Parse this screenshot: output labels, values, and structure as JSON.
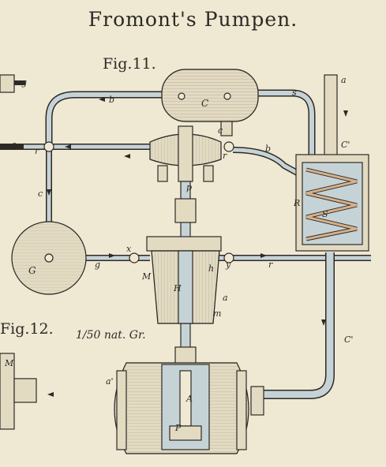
{
  "title": "Fromont's Pumpen.",
  "figures": {
    "fig11": "Fig.11.",
    "fig12": "Fig.12.",
    "scale": "1/50 nat. Gr."
  },
  "labels": {
    "C": "C",
    "C_prime": "C'",
    "C_prime_2": "C'",
    "G": "G",
    "S": "S",
    "R": "R",
    "M": "M",
    "M_fig12": "M",
    "H": "H",
    "h": "h",
    "A": "A",
    "P": "P",
    "a": "a",
    "a_left": "a",
    "a_prime": "a'",
    "a_small": "a",
    "m": "m",
    "b_top": "b",
    "b_right": "b",
    "c_left": "c",
    "c_top": "c",
    "g_left": "g",
    "g_top": "g",
    "r_left": "r",
    "r_mid": "r",
    "r_right": "r",
    "s": "s",
    "x": "x",
    "y": "y",
    "p": "p"
  },
  "colors": {
    "paper": "#efe8d3",
    "ink": "#2d2a26",
    "pipe": "#c6d3d6",
    "metal": "#e3dac2",
    "copper": "#d6b08a"
  }
}
